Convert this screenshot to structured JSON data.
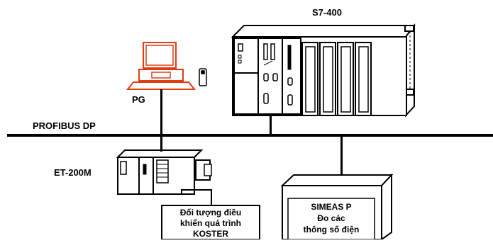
{
  "labels": {
    "s7_400": "S7-400",
    "pg": "PG",
    "profibus": "PROFIBUS DP",
    "et200m": "ET-200M"
  },
  "koster_box": {
    "lines": [
      "Đối tượng điều",
      "khiển quá trình",
      "KOSTER"
    ]
  },
  "simeas_box": {
    "lines": [
      "SIMEAS P",
      "Đo các",
      "thông số điện"
    ]
  },
  "colors": {
    "pg_terminal": "#e23d12",
    "line": "#000000"
  }
}
